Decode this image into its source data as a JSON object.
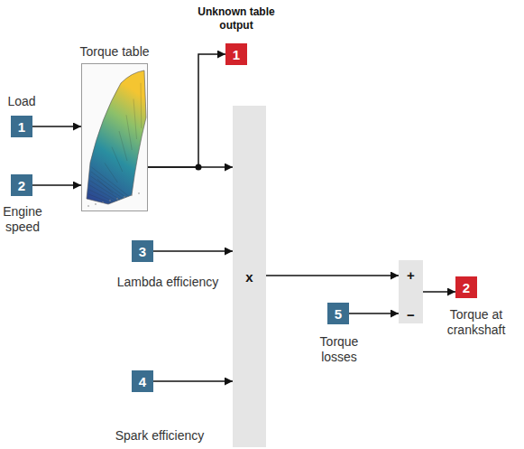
{
  "diagram": {
    "nodes": [
      {
        "text": [
          "1"
        ]
      },
      {
        "text": [
          "2"
        ]
      },
      {
        "text": [
          "Torque table"
        ]
      },
      {
        "text": [
          "1"
        ]
      },
      {
        "text": [
          "x"
        ]
      },
      {
        "text": [
          "3"
        ]
      },
      {
        "text": [
          "4"
        ]
      },
      {
        "text": [
          "+",
          "−"
        ]
      },
      {
        "text": [
          "5"
        ]
      },
      {
        "text": [
          "2"
        ]
      }
    ],
    "edges": [
      {
        "from": 0,
        "to": 2,
        "arrow": "to"
      },
      {
        "from": 1,
        "to": 2,
        "arrow": "to"
      },
      {
        "from": 2,
        "to": 3,
        "arrow": "to"
      },
      {
        "from": 2,
        "to": 4,
        "arrow": "to"
      },
      {
        "from": 5,
        "to": 4,
        "arrow": "to"
      },
      {
        "from": 6,
        "to": 4,
        "arrow": "to"
      },
      {
        "from": 4,
        "to": 7,
        "arrow": "to"
      },
      {
        "from": 8,
        "to": 7,
        "arrow": "to"
      },
      {
        "from": 7,
        "to": 9,
        "arrow": "to"
      }
    ],
    "labels": [
      "Unknown table output",
      "Load",
      "Engine speed",
      "Lambda efficiency",
      "Spark efficiency",
      "Torque losses",
      "Torque at crankshaft"
    ]
  }
}
